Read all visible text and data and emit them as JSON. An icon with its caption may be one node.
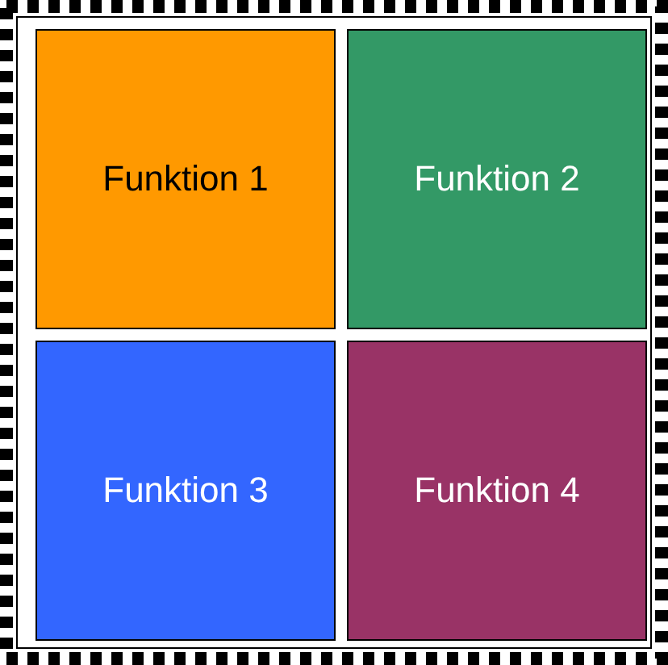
{
  "diagram": {
    "nodes": [
      {
        "text": [],
        "shape": "box"
      },
      {
        "text": [
          "Funktion 1"
        ],
        "in": 0
      },
      {
        "text": [
          "Funktion 2"
        ],
        "in": 0
      },
      {
        "text": [
          "Funktion 3"
        ],
        "in": 0
      },
      {
        "text": [
          "Funktion 4"
        ],
        "in": 0
      }
    ]
  }
}
